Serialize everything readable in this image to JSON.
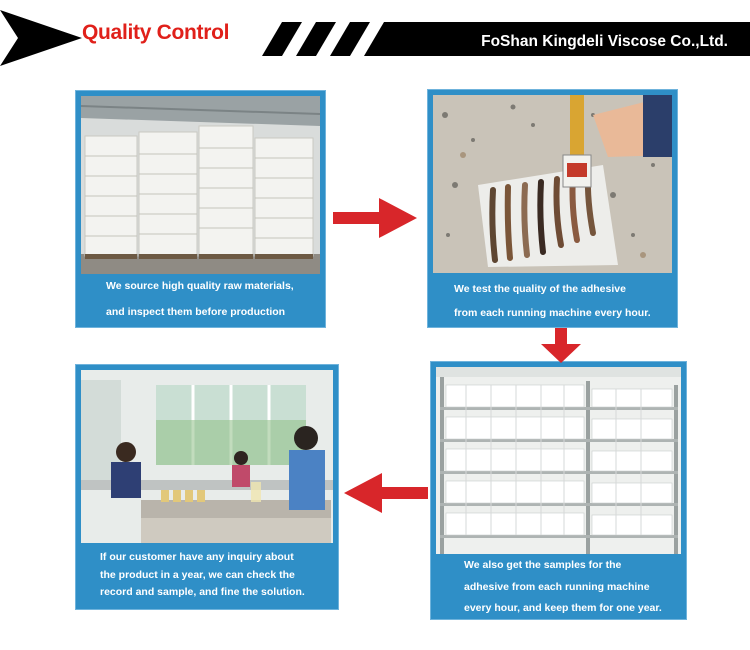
{
  "header": {
    "title": "Quality Control",
    "company": "FoShan Kingdeli Viscose Co.,Ltd.",
    "colors": {
      "band": "#000000",
      "title": "#e0201a",
      "company_text": "#ffffff"
    }
  },
  "steps": [
    {
      "photo_subject": "warehouse with stacked white raw material bags",
      "caption_lines": [
        "We source high quality raw materials,",
        "and inspect them before production"
      ]
    },
    {
      "photo_subject": "hand holding adhesive test bottle over leather samples",
      "caption_lines": [
        "We test the quality of the adhesive",
        "from each running machine every hour."
      ]
    },
    {
      "photo_subject": "laboratory with technicians testing samples",
      "caption_lines": [
        "If our customer have any inquiry about",
        "the product in a year, we can check the",
        "record and sample, and fine the solution."
      ]
    },
    {
      "photo_subject": "shelves stocked with white sample bottles",
      "caption_lines": [
        "We also get the samples for the",
        "adhesive from each running machine",
        "every hour, and keep them for one year."
      ]
    }
  ],
  "colors": {
    "card_bg": "#2f8fc7",
    "arrow": "#d8262a"
  }
}
